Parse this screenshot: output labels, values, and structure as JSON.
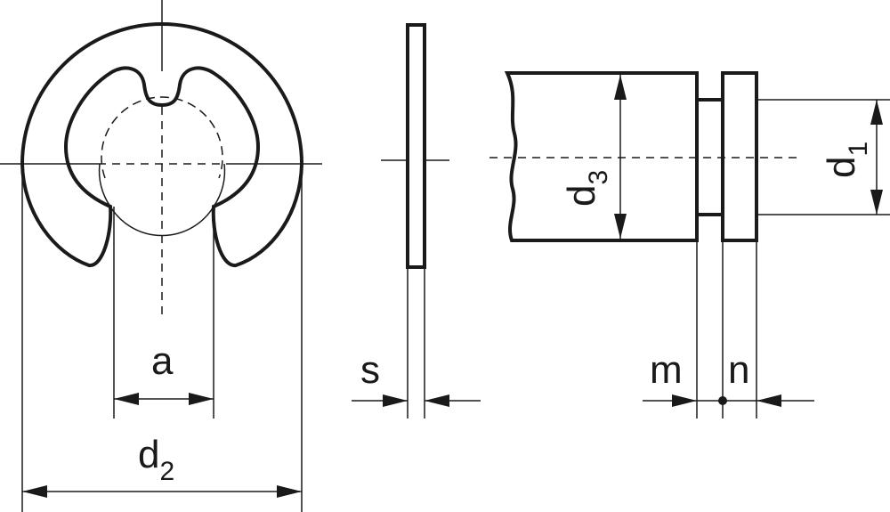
{
  "labels": {
    "a": "a",
    "d2_main": "d",
    "d2_sub": "2",
    "s": "s",
    "d3_main": "d",
    "d3_sub": "3",
    "d1_main": "d",
    "d1_sub": "1",
    "m": "m",
    "n": "n"
  },
  "colors": {
    "line": "#1a1a1a",
    "background": "#ffffff"
  }
}
